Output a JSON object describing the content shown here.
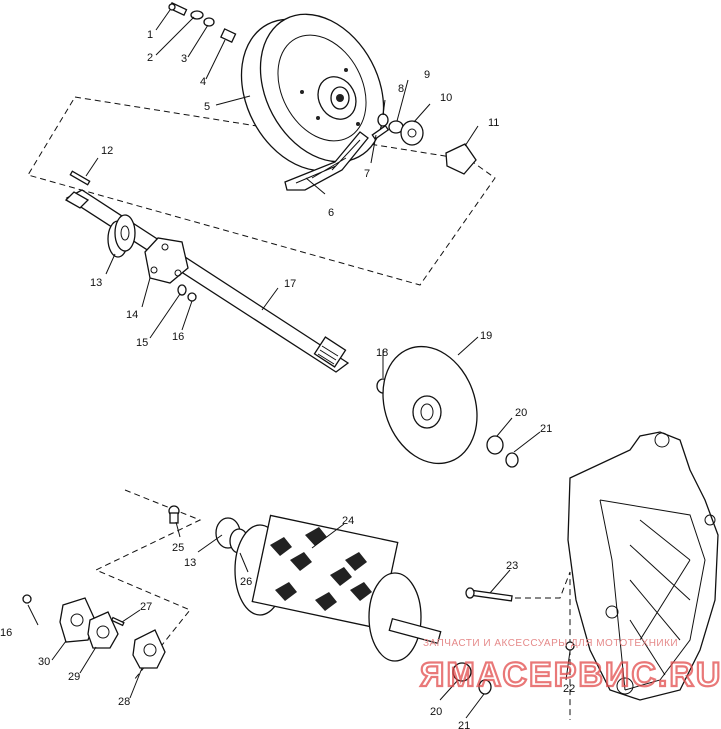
{
  "labels": [
    {
      "text": "1"
    },
    {
      "text": "2"
    },
    {
      "text": "3"
    },
    {
      "text": "4"
    },
    {
      "text": "5"
    },
    {
      "text": "6"
    },
    {
      "text": "7"
    },
    {
      "text": "8"
    },
    {
      "text": "9"
    },
    {
      "text": "10"
    },
    {
      "text": "11"
    },
    {
      "text": "12"
    },
    {
      "text": "13"
    },
    {
      "text": "14"
    },
    {
      "text": "15"
    },
    {
      "text": "16"
    },
    {
      "text": "17"
    },
    {
      "text": "18"
    },
    {
      "text": "19"
    },
    {
      "text": "20"
    },
    {
      "text": "21"
    },
    {
      "text": "13"
    },
    {
      "text": "24"
    },
    {
      "text": "25"
    },
    {
      "text": "26"
    },
    {
      "text": "23"
    },
    {
      "text": "27"
    },
    {
      "text": "16"
    },
    {
      "text": "30"
    },
    {
      "text": "29"
    },
    {
      "text": "28"
    },
    {
      "text": "20"
    },
    {
      "text": "21"
    },
    {
      "text": "22"
    }
  ],
  "watermark": {
    "tagline": "ЗАПЧАСТИ И АКСЕССУАРЫ ДЛЯ МОТОТЕХНИКИ",
    "brand": "ЯМАСЕРВИС.RU"
  },
  "colors": {
    "line": "#111111",
    "background": "#ffffff",
    "watermark": "#e24c4c"
  }
}
